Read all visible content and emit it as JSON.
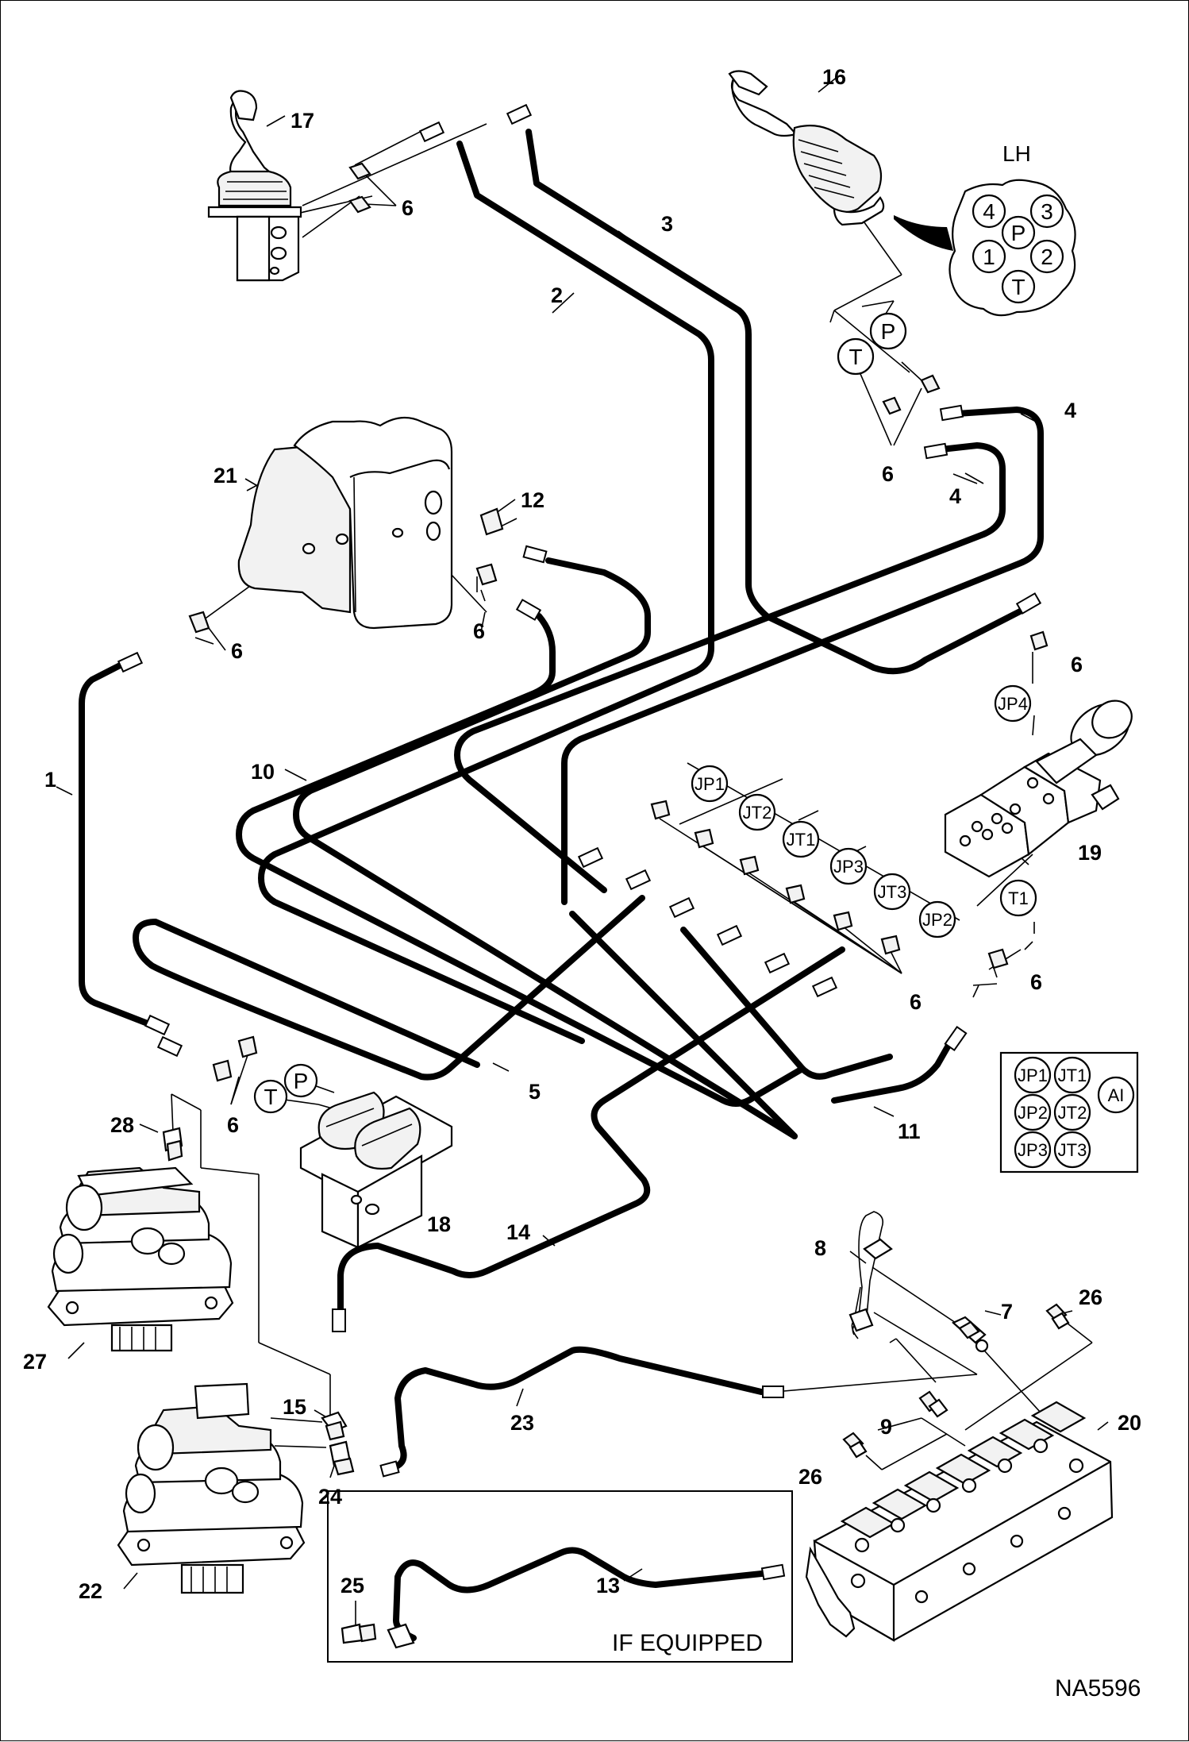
{
  "figure_code": "NA5596",
  "optional_box_label": "IF EQUIPPED",
  "connector_face_label": "LH",
  "connector_pins": [
    "4",
    "3",
    "P",
    "1",
    "2",
    "T"
  ],
  "port_tags": {
    "t": "T",
    "p": "P",
    "t1": "T1",
    "jp1": "JP1",
    "jt2": "JT2",
    "jt1": "JT1",
    "jp3": "JP3",
    "jt3": "JT3",
    "jp2": "JP2",
    "jp4": "JP4"
  },
  "valve_legend": [
    "JP1",
    "JT1",
    "AI",
    "JP2",
    "JT2",
    "JP3",
    "JT3"
  ],
  "callouts": {
    "c1": "1",
    "c2": "2",
    "c3": "3",
    "c4a": "4",
    "c4b": "4",
    "c5": "5",
    "c6a": "6",
    "c6b": "6",
    "c6c": "6",
    "c6d": "6",
    "c6e": "6",
    "c6f": "6",
    "c6g": "6",
    "c6h": "6",
    "c7": "7",
    "c8": "8",
    "c9": "9",
    "c10": "10",
    "c11": "11",
    "c12": "12",
    "c13": "13",
    "c14": "14",
    "c15": "15",
    "c16": "16",
    "c17": "17",
    "c18": "18",
    "c19": "19",
    "c20": "20",
    "c21": "21",
    "c22": "22",
    "c23": "23",
    "c24": "24",
    "c25": "25",
    "c26a": "26",
    "c26b": "26",
    "c27": "27",
    "c28": "28"
  }
}
